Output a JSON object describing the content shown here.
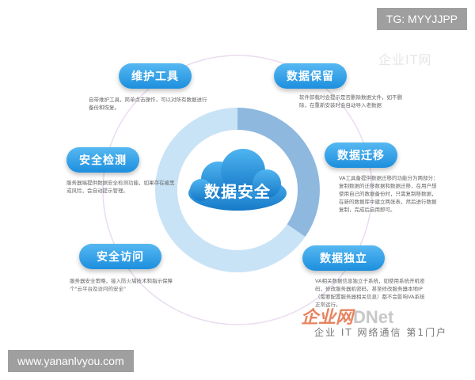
{
  "overlays": {
    "tg_tag": "TG: MYYJJPP",
    "site_tag": "www.yananlvyou.com"
  },
  "center": {
    "label": "数据安全"
  },
  "nodes": {
    "maintenance": {
      "title": "维护工具",
      "desc": "自带维护工具，简单点击操作，可以对所有数据进行备份和恢复。"
    },
    "preservation": {
      "title": "数据保留",
      "desc": "软件卸载时会提示是否删除数据文件，如不删除，在重新安装时会自动导入老数据"
    },
    "detection": {
      "title": "安全检测",
      "desc": "服务器端提供数据安全检测功能，如果存在被黑或风险，会自动提示管理。"
    },
    "migration": {
      "title": "数据迁移",
      "desc": "VA工具备提供数据迁移的功能分为两部分：复制数据的迁移数据和数据迁移，在用户想使用自己的数据备份时，只需复制移数据，在新的数据库中建立两张表，然后进行数据复制，完成后启用即可。"
    },
    "access": {
      "title": "安全访问",
      "desc": "服务器安全策略，接入防火墙技术和指示保障个\"云平台及访问的安全\""
    },
    "independence": {
      "title": "数据独立",
      "desc": "VA相关数据信息独立于系统，如使用系统开机密码，修改服务器机密码，甚至修改服务器本地IP（需要配置服务器相关信息）都不会影响VA系统正常运行。"
    }
  },
  "watermark": {
    "brand": "企业网",
    "brand_suffix": "D",
    "net": "Net",
    "slogan": "企业 IT 网络通信   第1门户",
    "faint_text": "企业IT网"
  },
  "colors": {
    "pill_blue": "#1d8fde",
    "ring_light": "#c9e3f6",
    "ring_dark": "#8fb8de",
    "cloud_blue": "#1f8fdc"
  }
}
